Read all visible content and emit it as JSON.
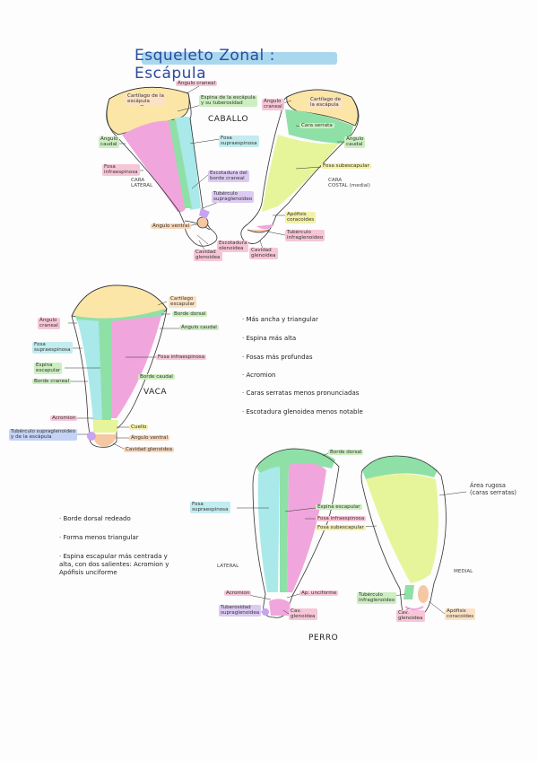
{
  "title": "Esqueleto Zonal : Escápula",
  "horse": {
    "name": "CABALLO",
    "lateral_view": "CARA\nLATERAL",
    "medial_view": "CARA\nCOSTAL (medial)",
    "labels_left": [
      {
        "text": "Cartílago de la\nescápula",
        "color": "peach"
      },
      {
        "text": "Ángulo craneal",
        "color": "pink"
      },
      {
        "text": "Espina de la escápula\ny su tuberosidad",
        "color": "green"
      },
      {
        "text": "Ángulo\ncaudal",
        "color": "green"
      },
      {
        "text": "Fosa\nsupraespinosa",
        "color": "cyan"
      },
      {
        "text": "Fosa\ninfraespinosa",
        "color": "pink"
      },
      {
        "text": "Escotadura del\nborde craneal",
        "color": "purple"
      },
      {
        "text": "Tubérculo\nsupraglenoideo",
        "color": "purple"
      },
      {
        "text": "Ángulo ventral",
        "color": "orange"
      },
      {
        "text": "Escotadura\nglenoidea",
        "color": "pink"
      },
      {
        "text": "Cavidad\nglenoidea",
        "color": "pink"
      }
    ],
    "labels_right": [
      {
        "text": "Ángulo\ncraneal",
        "color": "pink"
      },
      {
        "text": "Cartílago de\nla escápula",
        "color": "peach"
      },
      {
        "text": "Cara serrata",
        "color": "green"
      },
      {
        "text": "Ángulo\ncaudal",
        "color": "green"
      },
      {
        "text": "Fosa subescapular",
        "color": "yellow"
      },
      {
        "text": "Apófisis\ncoracoides",
        "color": "yellow"
      },
      {
        "text": "Tubérculo\ninfraglenoideo",
        "color": "pink"
      },
      {
        "text": "Cavidad\nglenoidea",
        "color": "pink"
      }
    ]
  },
  "cow": {
    "name": "VACA",
    "labels": [
      {
        "text": "Cartílago\nescapular",
        "color": "peach"
      },
      {
        "text": "Borde dorsal",
        "color": "green"
      },
      {
        "text": "Ángulo\ncraneal",
        "color": "pink"
      },
      {
        "text": "Ángulo caudal",
        "color": "green"
      },
      {
        "text": "Fosa\nsupraespinosa",
        "color": "cyan"
      },
      {
        "text": "Espina\nescapular",
        "color": "green"
      },
      {
        "text": "Fosa infraespinosa",
        "color": "pink"
      },
      {
        "text": "Borde craneal",
        "color": "green"
      },
      {
        "text": "Borde caudal",
        "color": "green"
      },
      {
        "text": "Acromion",
        "color": "pink"
      },
      {
        "text": "Tubérculo supraglenoideo\ny de la escápula",
        "color": "blue"
      },
      {
        "text": "Cuello",
        "color": "yellow"
      },
      {
        "text": "Ángulo ventral",
        "color": "orange"
      },
      {
        "text": "Cavidad glenoidea",
        "color": "orange"
      }
    ],
    "notes": [
      "Más ancha y triangular",
      "Espina más alta",
      "Fosas más profundas",
      "Acromion",
      "Caras serratas menos pronunciadas",
      "Escotadura glenoidea menos notable"
    ]
  },
  "dog": {
    "name": "PERRO",
    "lateral_view": "LATERAL",
    "medial_view": "MEDIAL",
    "notes": [
      "Borde dorsal redeado",
      "Forma menos triangular",
      "Espina escapular más centrada y\nalta, con dos salientes: Acromion y\nApófisis unciforme"
    ],
    "labels": [
      {
        "text": "Borde dorsal",
        "color": "green"
      },
      {
        "text": "Fosa\nsupraespinosa",
        "color": "cyan"
      },
      {
        "text": "Espina escapular",
        "color": "green"
      },
      {
        "text": "Fosa infraespinosa",
        "color": "pink"
      },
      {
        "text": "Fosa subescapular",
        "color": "yellow"
      },
      {
        "text": "Área rugosa\n(caras serratas)",
        "color": "none"
      },
      {
        "text": "Acromion",
        "color": "pink"
      },
      {
        "text": "Ap. unciforme",
        "color": "pink"
      },
      {
        "text": "Tuberosidad\nsupraglenoidea",
        "color": "purple"
      },
      {
        "text": "Cav.\nglenoidea",
        "color": "pink"
      },
      {
        "text": "Tubérculo\ninfraglenoideo",
        "color": "green"
      },
      {
        "text": "Cav.\nglenoidea",
        "color": "pink"
      },
      {
        "text": "Apófisis\ncoracoides",
        "color": "peach"
      }
    ]
  },
  "colors": {
    "pink": "#f0a6dc",
    "cyan": "#a9e9ea",
    "green": "#8fe0a7",
    "yellow": "#e6f59a",
    "peach": "#fbe6a8",
    "purple": "#c8a3f0",
    "orange": "#f6c7a3",
    "outline": "#333333"
  }
}
